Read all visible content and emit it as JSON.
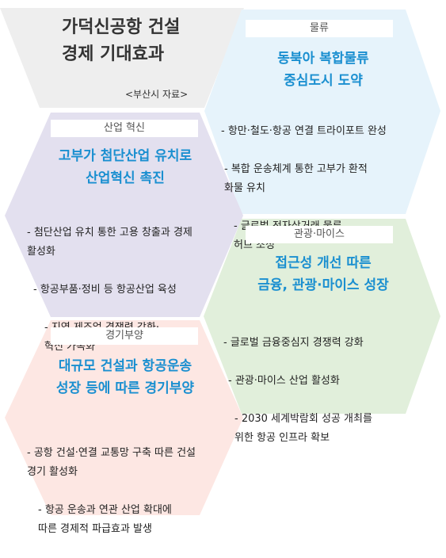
{
  "title": "가덕신공항 건설\n경제 기대효과",
  "source": "<부산시 자료>",
  "colors": {
    "title_hex": "#eeeeee",
    "logistics_hex": "#e6f3fb",
    "industry_hex": "#e3e0ef",
    "tourism_hex": "#e1efdb",
    "boom_hex": "#fde7e3",
    "heading_blue": "#1a8fd0"
  },
  "logistics": {
    "tag": "물류",
    "heading": "동북아 복합물류\n중심도시 도약",
    "items": [
      "- 항만·철도·항공 연결 트라이포트 완성",
      "- 복합 운송체계 통한 고부가 환적\n  화물 유치",
      "- 글로벌 전자상거래 물류\n  허브 조성"
    ]
  },
  "industry": {
    "tag": "산업 혁신",
    "heading": "고부가 첨단산업 유치로\n산업혁신 촉진",
    "items": [
      "- 첨단산업 유치 통한 고용 창출과 경제\n  활성화",
      "- 항공부품·정비 등 항공산업 육성",
      "- 지역 제조업 경쟁력 강화·\n  혁신 가속화"
    ]
  },
  "tourism": {
    "tag": "관광·마이스",
    "heading": "접근성 개선 따른\n금융, 관광·마이스 성장",
    "items": [
      "- 글로벌 금융중심지 경쟁력 강화",
      "- 관광·마이스 산업 활성화",
      "- 2030 세계박람회 성공 개최를\n  위한 항공 인프라 확보"
    ]
  },
  "boom": {
    "tag": "경기부양",
    "heading": "대규모 건설과 항공운송\n성장 등에 따른 경기부양",
    "items": [
      "- 공항 건설·연결 교통망 구축 따른 건설\n  경기 활성화",
      "- 항공 운송과 연관 산업 확대에\n  따른 경제적 파급효과 발생"
    ]
  }
}
